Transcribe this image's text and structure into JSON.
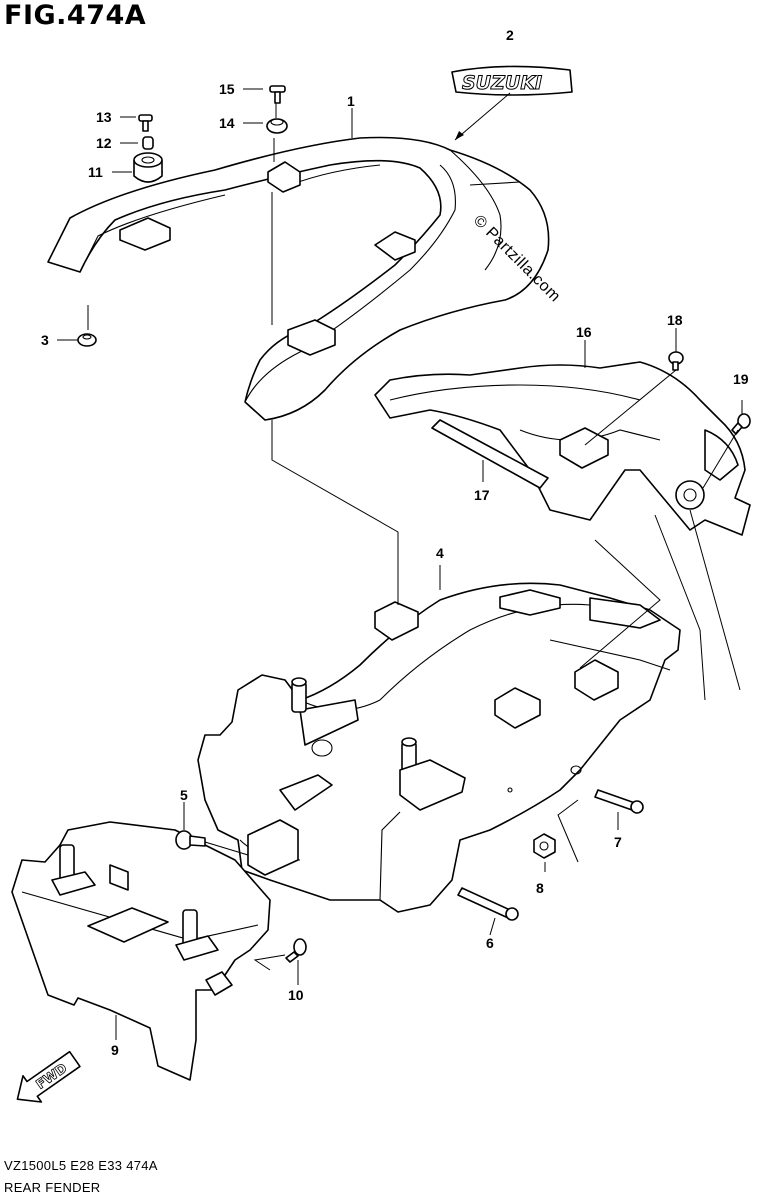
{
  "figure": {
    "title": "FIG.474A",
    "model_code": "VZ1500L5  E28  E33  474A",
    "section_name": "REAR FENDER",
    "watermark": "© Partzilla.com",
    "emblem_text": "SUZUKI"
  },
  "callouts": [
    {
      "id": "1",
      "label": "1"
    },
    {
      "id": "2",
      "label": "2"
    },
    {
      "id": "3",
      "label": "3"
    },
    {
      "id": "4",
      "label": "4"
    },
    {
      "id": "5",
      "label": "5"
    },
    {
      "id": "6",
      "label": "6"
    },
    {
      "id": "7",
      "label": "7"
    },
    {
      "id": "8",
      "label": "8"
    },
    {
      "id": "9",
      "label": "9"
    },
    {
      "id": "10",
      "label": "10"
    },
    {
      "id": "11",
      "label": "11"
    },
    {
      "id": "12",
      "label": "12"
    },
    {
      "id": "13",
      "label": "13"
    },
    {
      "id": "14",
      "label": "14"
    },
    {
      "id": "15",
      "label": "15"
    },
    {
      "id": "16",
      "label": "16"
    },
    {
      "id": "17",
      "label": "17"
    },
    {
      "id": "18",
      "label": "18"
    },
    {
      "id": "19",
      "label": "19"
    }
  ],
  "direction_badge": "FWD"
}
